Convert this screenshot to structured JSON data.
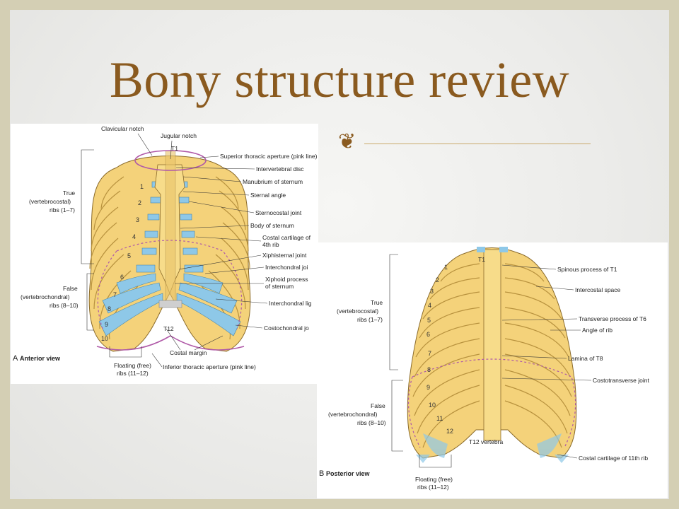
{
  "title": "Bony structure review",
  "bullet_icon": "decorative-bullet",
  "colors": {
    "title": "#8a5a1f",
    "bone": "#f4d27a",
    "cartilage": "#8ec8e8",
    "aperture": "#b05aa8"
  },
  "anterior": {
    "view_letter": "A",
    "view_name": "Anterior view",
    "labels": {
      "clavicular_notch": "Clavicular notch",
      "jugular_notch": "Jugular notch",
      "t1": "T1",
      "superior_aperture": "Superior thoracic aperture (pink line)",
      "intervertebral_disc": "Intervertebral disc",
      "manubrium": "Manubrium of sternum",
      "sternal_angle": "Sternal angle",
      "sternocostal_joint": "Sternocostal joint",
      "body_sternum": "Body of sternum",
      "costal_cartilage_1": "Costal cartilage of",
      "costal_cartilage_2": "4th rib",
      "xiphisternal_joint": "Xiphisternal joint",
      "interchondral_joint": "Interchondral joi",
      "xiphoid_1": "Xiphoid process",
      "xiphoid_2": "of sternum",
      "interchondral_lig": "Interchondral lig",
      "costochondral_joint": "Costochondral jo",
      "t12": "T12",
      "costal_margin": "Costal margin",
      "inferior_aperture": "Inferior thoracic aperture (pink line)",
      "true_1": "True",
      "true_2": "(vertebrocostal)",
      "true_3": "ribs (1–7)",
      "false_1": "False",
      "false_2": "(vertebrochondral)",
      "false_3": "ribs (8–10)",
      "floating_1": "Floating (free)",
      "floating_2": "ribs (11–12)",
      "ribnums": [
        "1",
        "2",
        "3",
        "4",
        "5",
        "6",
        "7",
        "8",
        "9",
        "10"
      ]
    }
  },
  "posterior": {
    "view_letter": "B",
    "view_name": "Posterior view",
    "labels": {
      "t1": "T1",
      "spinous_t1": "Spinous process of T1",
      "intercostal_space": "Intercostal space",
      "transverse_t6": "Transverse process of T6",
      "angle_rib": "Angle of rib",
      "lamina_t8": "Lamina of T8",
      "costotransverse": "Costotransverse joint",
      "t12_vertebra": "T12 vertebra",
      "costal_cartilage_11": "Costal cartilage of 11th rib",
      "true_1": "True",
      "true_2": "(vertebrocostal)",
      "true_3": "ribs (1–7)",
      "false_1": "False",
      "false_2": "(vertebrochondral)",
      "false_3": "ribs (8–10)",
      "floating_1": "Floating (free)",
      "floating_2": "ribs (11–12)",
      "ribnums": [
        "1",
        "2",
        "3",
        "4",
        "5",
        "6",
        "7",
        "8",
        "9",
        "10",
        "11",
        "12"
      ]
    }
  }
}
